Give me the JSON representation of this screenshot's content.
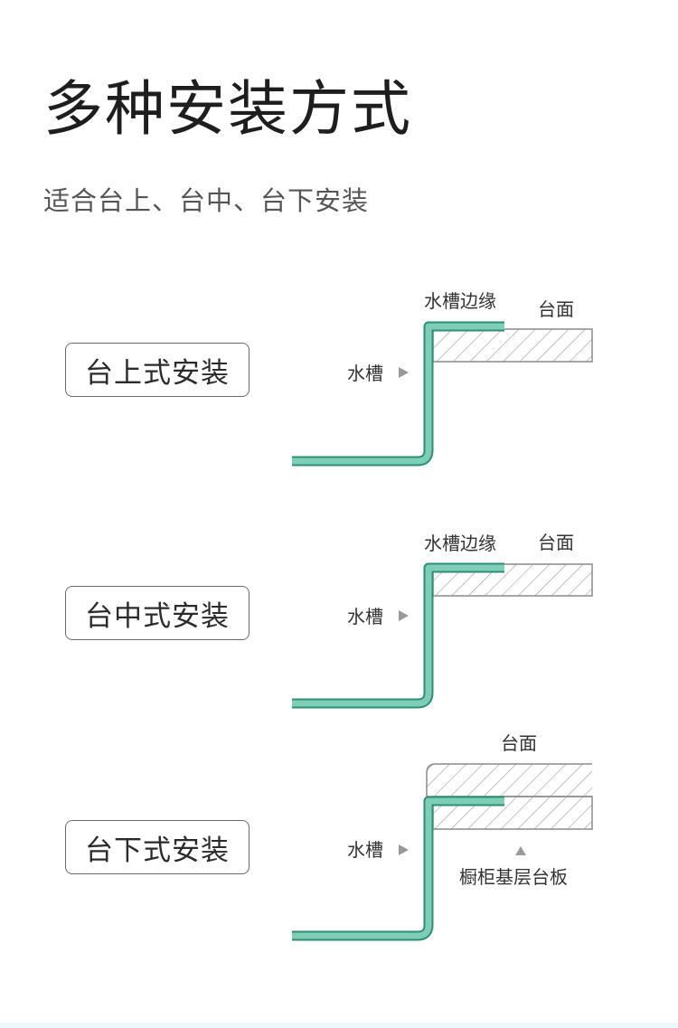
{
  "header": {
    "title": "多种安装方式",
    "subtitle": "适合台上、台中、台下安装"
  },
  "colors": {
    "sink": "#7ecdb6",
    "sink_outline": "#2c8f74",
    "hatch": "#9a9a9a"
  },
  "sections": [
    {
      "label": "台上式安装",
      "sink_label": "水槽",
      "rim_label": "水槽边缘",
      "counter_label": "台面"
    },
    {
      "label": "台中式安装",
      "sink_label": "水槽",
      "rim_label": "水槽边缘",
      "counter_label": "台面"
    },
    {
      "label": "台下式安装",
      "sink_label": "水槽",
      "counter_label": "台面",
      "base_label": "橱柜基层台板"
    }
  ]
}
